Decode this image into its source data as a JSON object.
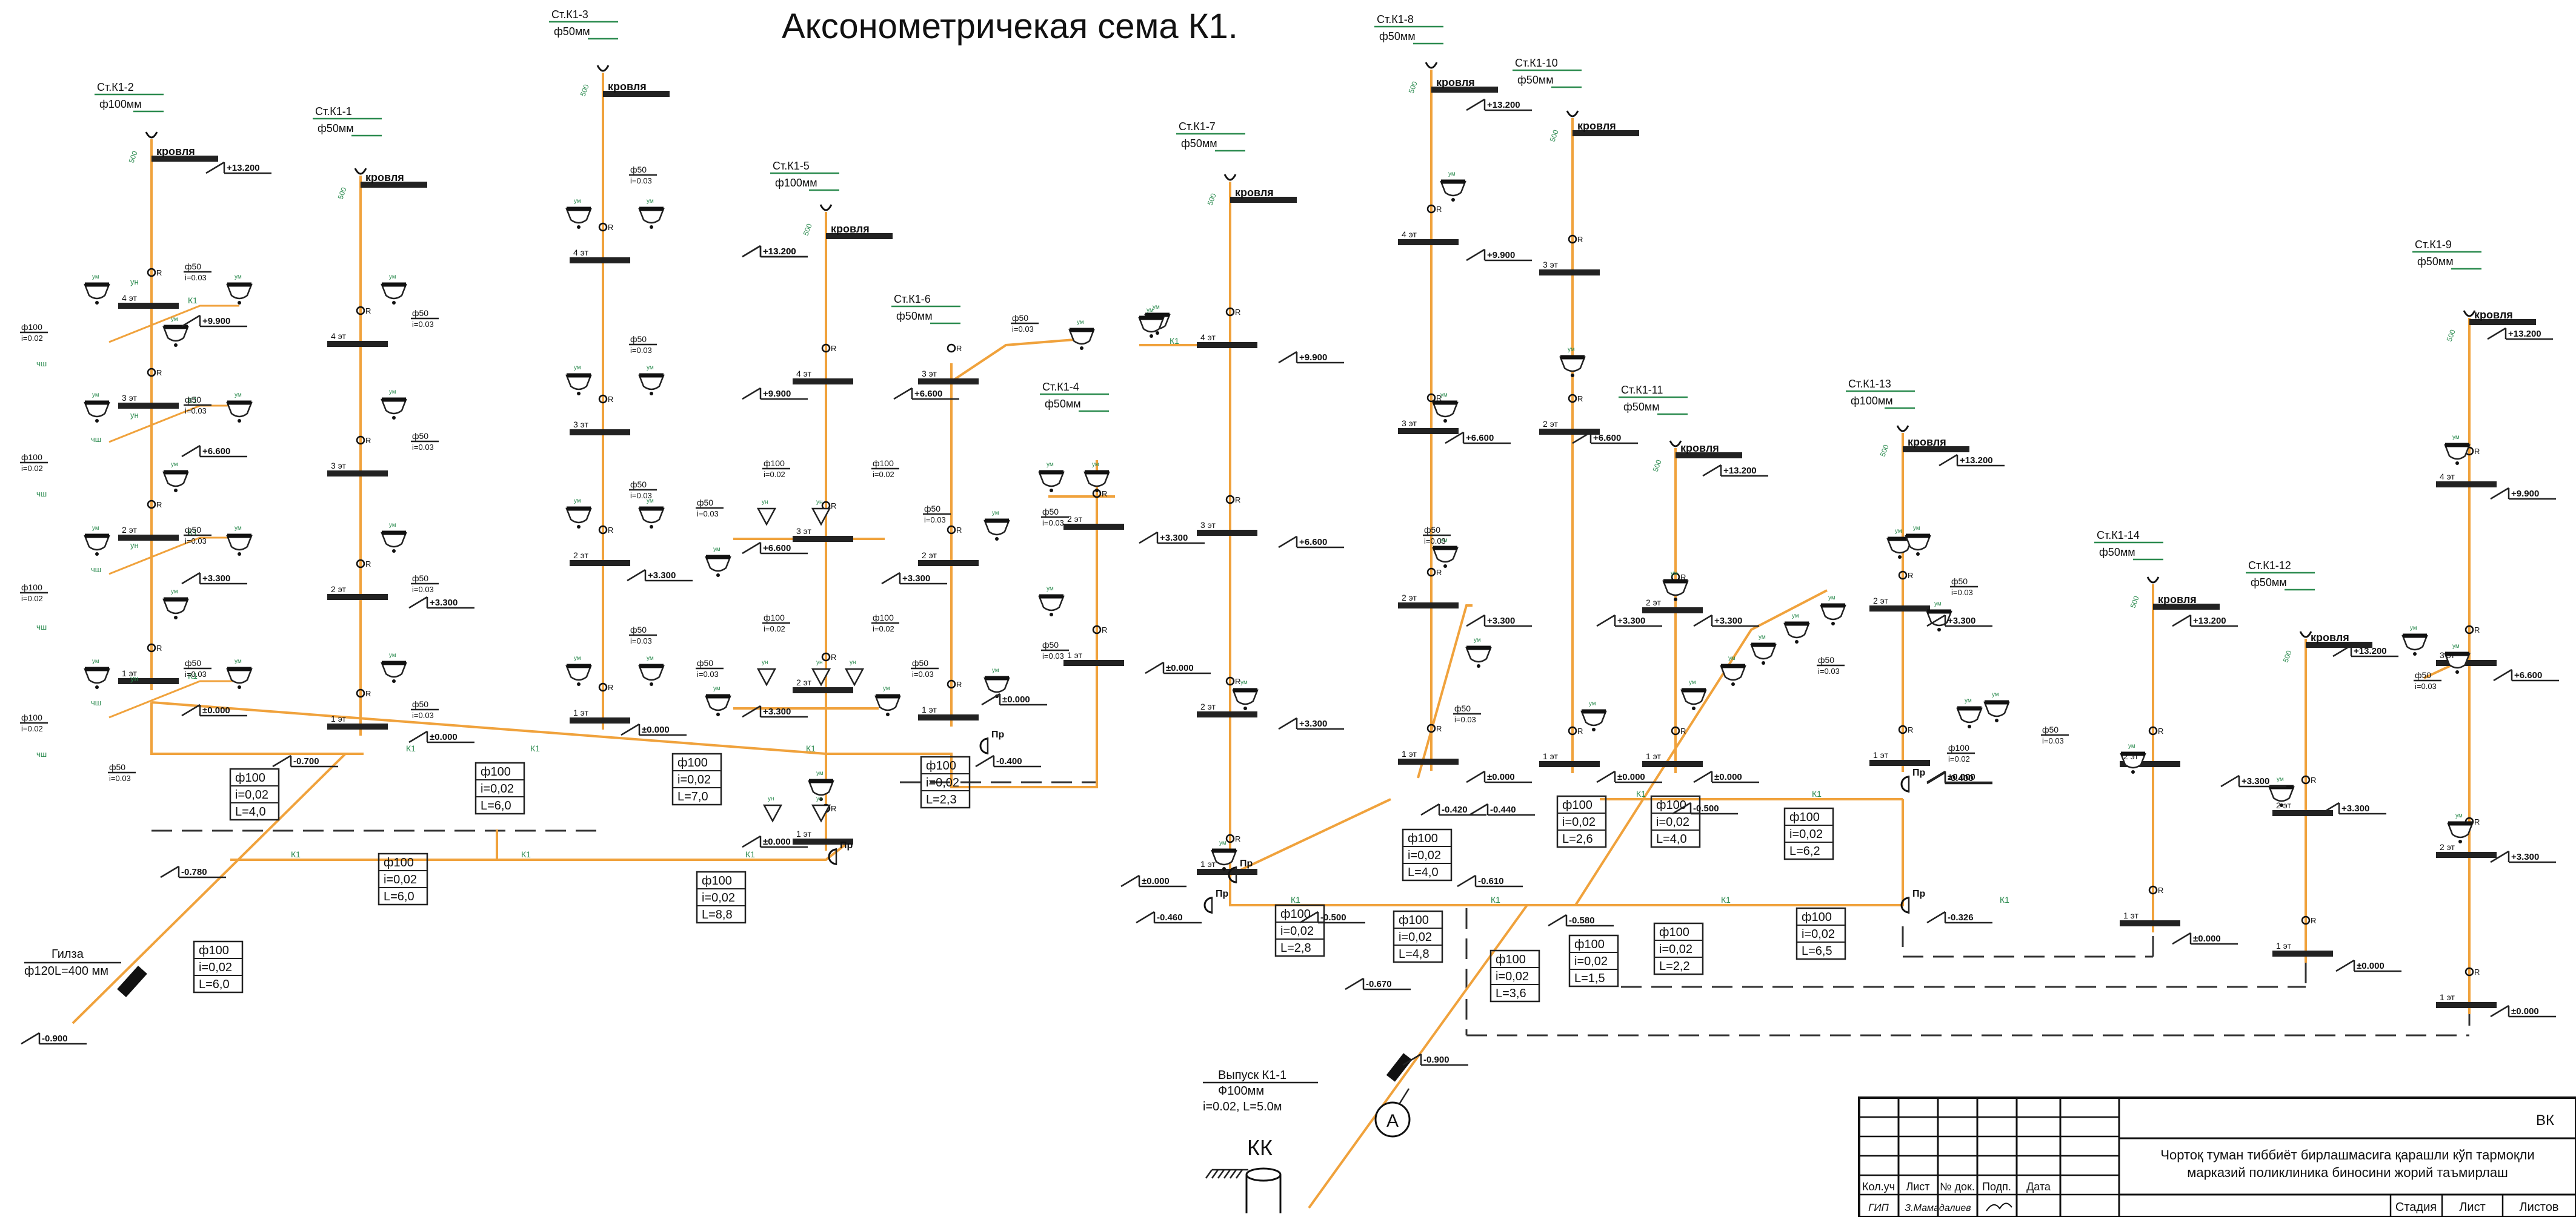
{
  "title": "Аксонометричекая сема К1.",
  "labels": {
    "roof": "кровля",
    "pipe_code": "К1",
    "floor_4": "4 эт",
    "floor_3": "3 эт",
    "floor_2": "2 эт",
    "floor_1": "1 эт",
    "um": "ум",
    "un": "ун",
    "chsh": "чш",
    "pr": "Пр",
    "r": "R",
    "d50": "ф50",
    "d100": "ф100",
    "slope_003": "i=0.03",
    "slope_002": "i=0.02",
    "d50_mm": "ф50мм",
    "d100_mm": "ф100мм",
    "stub": "500"
  },
  "risers": [
    {
      "name": "Ст.К1-2",
      "dia": "ф100мм"
    },
    {
      "name": "Ст.К1-1",
      "dia": "ф50мм"
    },
    {
      "name": "Ст.К1-3",
      "dia": "ф50мм"
    },
    {
      "name": "Ст.К1-5",
      "dia": "ф100мм"
    },
    {
      "name": "Ст.К1-6",
      "dia": "ф50мм"
    },
    {
      "name": "Ст.К1-4",
      "dia": "ф50мм"
    },
    {
      "name": "Ст.К1-7",
      "dia": "ф50мм"
    },
    {
      "name": "Ст.К1-8",
      "dia": "ф50мм"
    },
    {
      "name": "Ст.К1-10",
      "dia": "ф50мм"
    },
    {
      "name": "Ст.К1-11",
      "dia": "ф50мм"
    },
    {
      "name": "Ст.К1-13",
      "dia": "ф100мм"
    },
    {
      "name": "Ст.К1-14",
      "dia": "ф50мм"
    },
    {
      "name": "Ст.К1-12",
      "dia": "ф50мм"
    },
    {
      "name": "Ст.К1-9",
      "dia": "ф50мм"
    }
  ],
  "elevations": {
    "e13200": "+13.200",
    "e9900": "+9.900",
    "e6600": "+6.600",
    "e3300": "+3.300",
    "e0000": "±0.000",
    "m0400": "-0.400",
    "m0420": "-0.420",
    "m0440": "-0.440",
    "m0460": "-0.460",
    "m0500": "-0.500",
    "m0580": "-0.580",
    "m0610": "-0.610",
    "m0670": "-0.670",
    "m0700": "-0.700",
    "m0780": "-0.780",
    "m0900": "-0.900",
    "m0326": "-0.326"
  },
  "segments": [
    {
      "dia": "ф100",
      "slope": "i=0,02",
      "len": "L=4,0"
    },
    {
      "dia": "ф100",
      "slope": "i=0,02",
      "len": "L=6,0"
    },
    {
      "dia": "ф100",
      "slope": "i=0,02",
      "len": "L=7,0"
    },
    {
      "dia": "ф100",
      "slope": "i=0,02",
      "len": "L=2,3"
    },
    {
      "dia": "ф100",
      "slope": "i=0,02",
      "len": "L=6,0"
    },
    {
      "dia": "ф100",
      "slope": "i=0,02",
      "len": "L=8,8"
    },
    {
      "dia": "ф100",
      "slope": "i=0,02",
      "len": "L=6,0"
    },
    {
      "dia": "ф100",
      "slope": "i=0,02",
      "len": "L=2,8"
    },
    {
      "dia": "ф100",
      "slope": "i=0,02",
      "len": "L=4,0"
    },
    {
      "dia": "ф100",
      "slope": "i=0,02",
      "len": "L=4,8"
    },
    {
      "dia": "ф100",
      "slope": "i=0,02",
      "len": "L=3,6"
    },
    {
      "dia": "ф100",
      "slope": "i=0,02",
      "len": "L=2,6"
    },
    {
      "dia": "ф100",
      "slope": "i=0,02",
      "len": "L=1,5"
    },
    {
      "dia": "ф100",
      "slope": "i=0,02",
      "len": "L=4,0"
    },
    {
      "dia": "ф100",
      "slope": "i=0,02",
      "len": "L=2,2"
    },
    {
      "dia": "ф100",
      "slope": "i=0,02",
      "len": "L=6,2"
    },
    {
      "dia": "ф100",
      "slope": "i=0,02",
      "len": "L=6,5"
    }
  ],
  "sleeve": {
    "name": "Гилза",
    "spec": "ф120L=400 мм"
  },
  "outlet": {
    "title": "Выпуск К1-1",
    "line1": "Ф100мм",
    "line2": "i=0.02, L=5.0м"
  },
  "well": {
    "code": "КК",
    "marker": "А"
  },
  "stamp": {
    "code": "ВК",
    "description_line1": "Чортоқ туман тиббиёт бирлашмасига қарашли кўп тармоқли",
    "description_line2": "марказий поликлиника биносини жорий таъмирлаш",
    "columns": [
      "Кол.уч",
      "Лист",
      "№ док.",
      "Подп.",
      "Дата"
    ],
    "row_role": "ГИП",
    "row_person": "З.Мамадалиев",
    "stage_headers": [
      "Стадия",
      "Лист",
      "Листов"
    ]
  }
}
